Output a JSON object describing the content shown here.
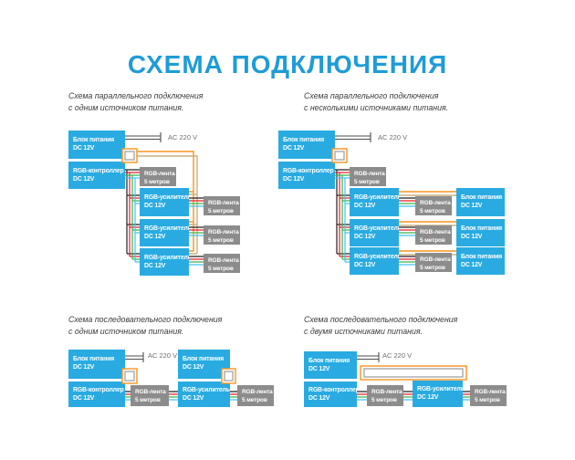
{
  "title": "СХЕМА ПОДКЛЮЧЕНИЯ",
  "labels": {
    "psu": "Блок питания",
    "controller": "RGB-контроллер",
    "amplifier": "RGB-усилитель",
    "strip": "RGB-лента",
    "strip_len": "5 метров",
    "dc": "DC 12V",
    "ac": "AC 220 V"
  },
  "colors": {
    "title_blue": "#1e9cd8",
    "block_cyan": "#29abe2",
    "block_gray": "#8c8c8c",
    "wire_orange": "#f7941e",
    "wire_tan": "#c9b27f",
    "wire_inner_gray": "#a7a9ac",
    "wire_black": "#231f20",
    "wire_red": "#ed1c24",
    "wire_green": "#39b54a",
    "wire_blue": "#45c2ef",
    "wire_ac": "#4d4d4d",
    "caption_text": "#3b3b3b"
  },
  "diagrams": [
    {
      "caption1": "Схема параллельного подключения",
      "caption2": "с одним источником питания."
    },
    {
      "caption1": "Схема параллельного подключения",
      "caption2": "с несколькими источниками питания."
    },
    {
      "caption1": "Схема последовательного подключения",
      "caption2": "с одним источником питания."
    },
    {
      "caption1": "Схема последовательного подключения",
      "caption2": "с двумя источниками питания."
    }
  ]
}
